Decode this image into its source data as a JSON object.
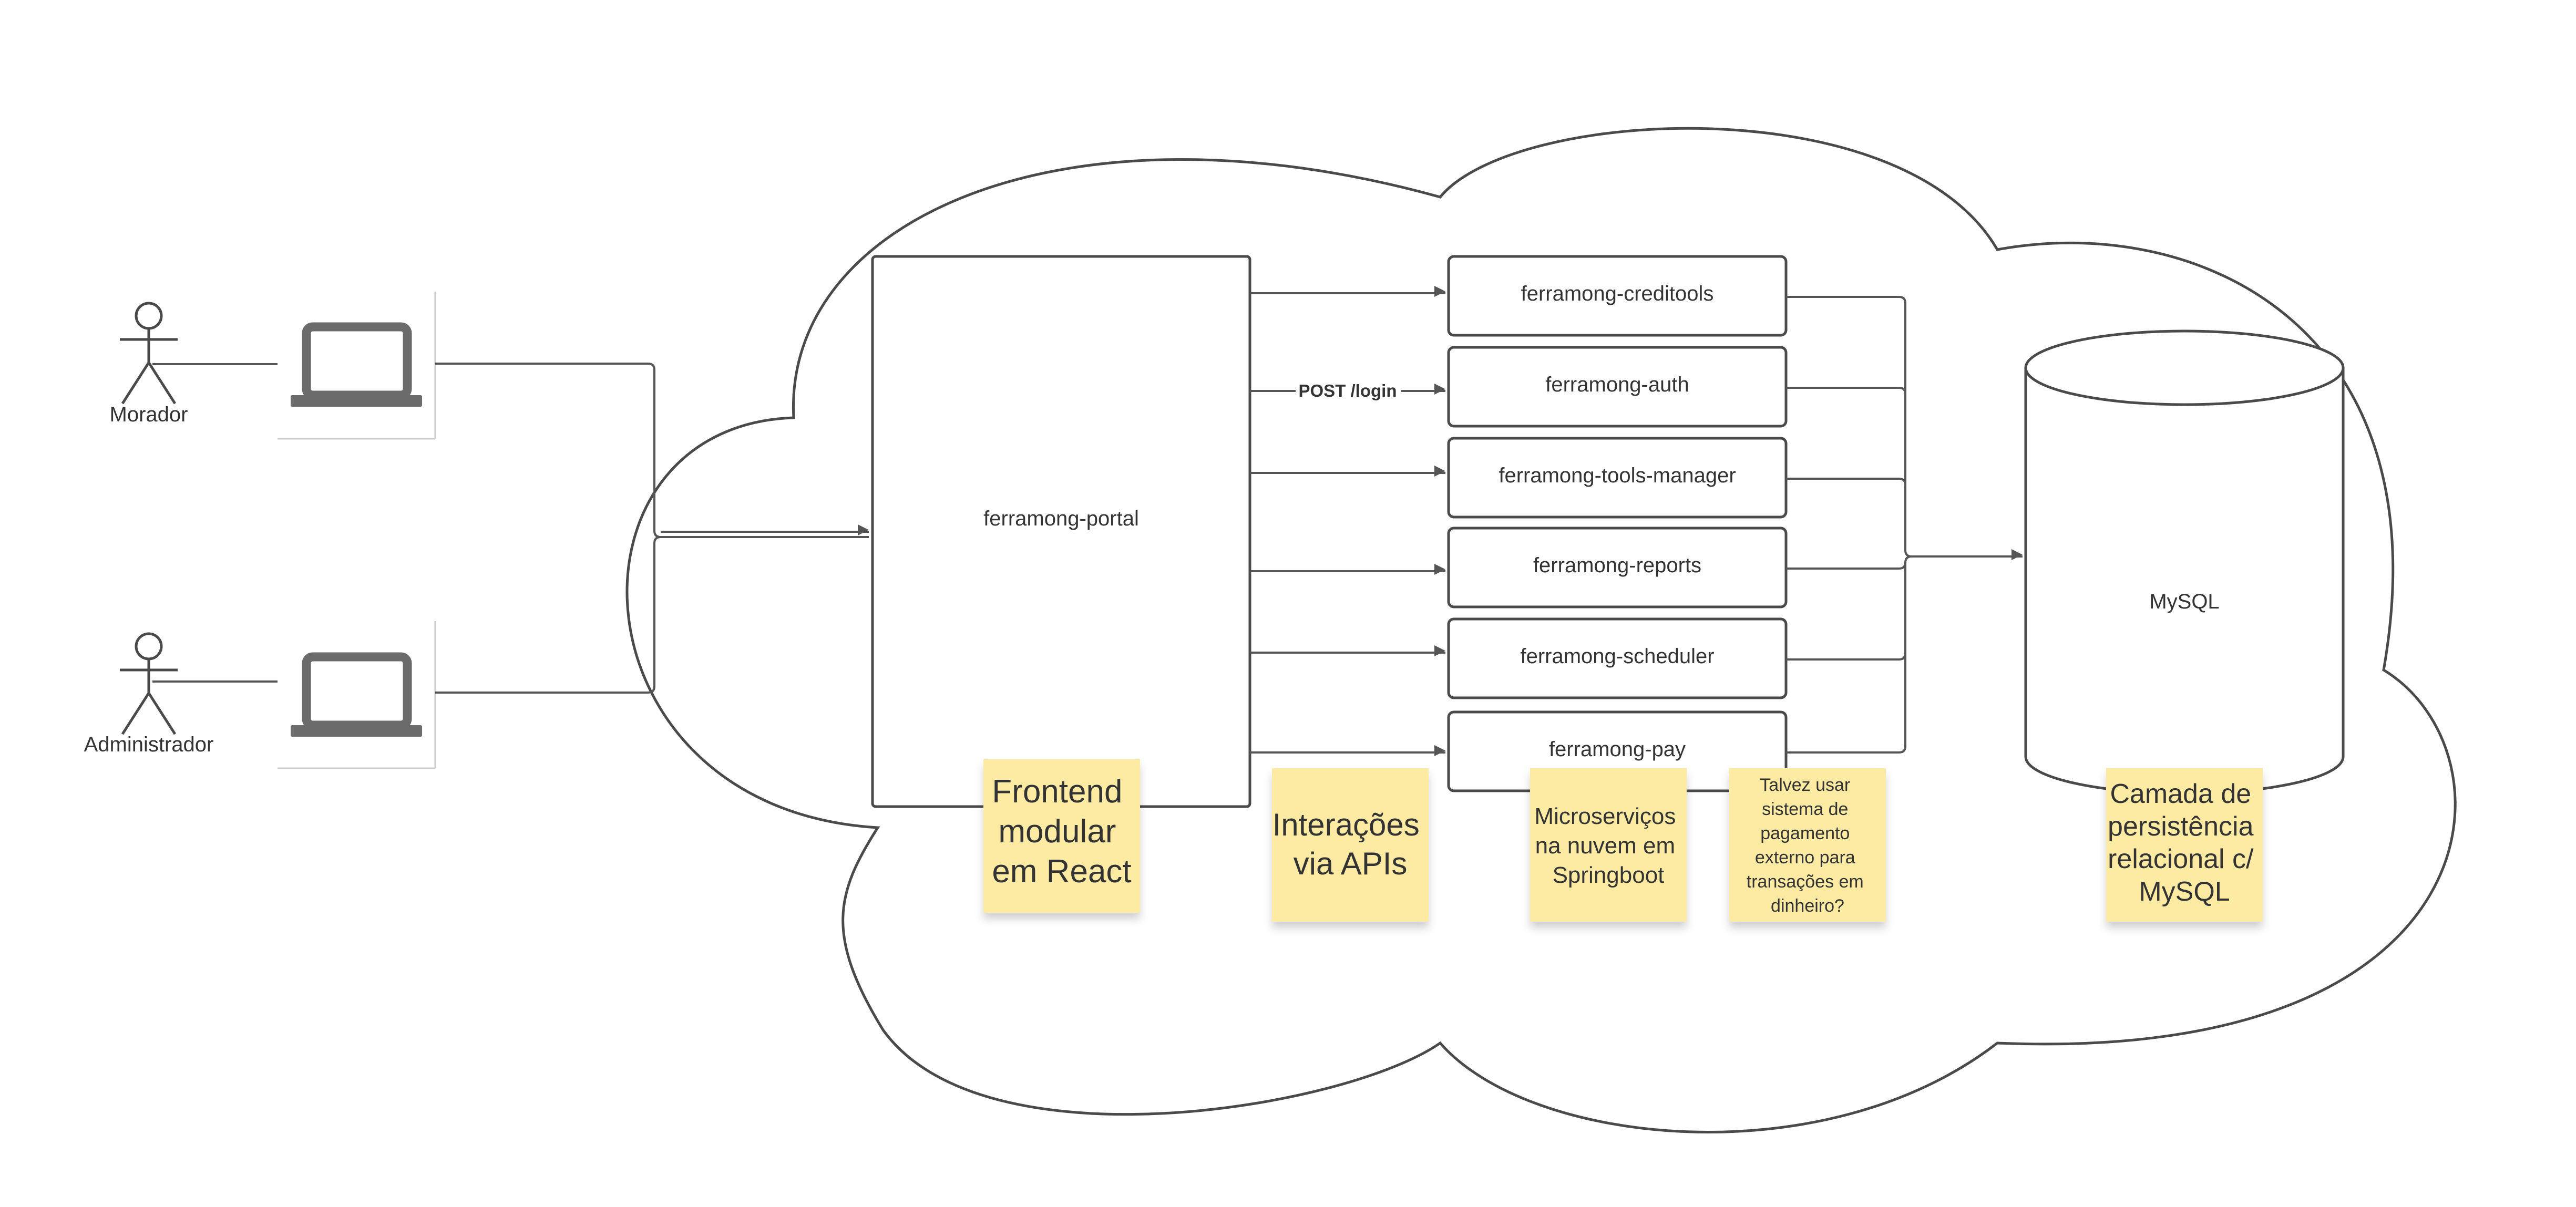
{
  "actors": [
    {
      "id": "morador",
      "label": "Morador"
    },
    {
      "id": "administrador",
      "label": "Administrador"
    }
  ],
  "portal": {
    "label": "ferramong-portal"
  },
  "api_label": "POST /login",
  "services": [
    {
      "label": "ferramong-creditools"
    },
    {
      "label": "ferramong-auth"
    },
    {
      "label": "ferramong-tools-manager"
    },
    {
      "label": "ferramong-reports"
    },
    {
      "label": "ferramong-scheduler"
    },
    {
      "label": "ferramong-pay"
    }
  ],
  "database": {
    "label": "MySQL"
  },
  "notes": {
    "frontend": [
      "Frontend",
      "modular",
      "em React"
    ],
    "apis": [
      "Interações",
      "via APIs"
    ],
    "microservices": [
      "Microserviços",
      "na nuvem em",
      "Springboot"
    ],
    "payment": [
      "Talvez usar",
      "sistema de",
      "pagamento",
      "externo para",
      "transações em",
      "dinheiro?"
    ],
    "persistence": [
      "Camada de",
      "persistência",
      "relacional c/",
      "MySQL"
    ]
  },
  "colors": {
    "note": "#fdeaa3",
    "stroke": "#4a4a4a",
    "laptop": "#6b6b6b"
  }
}
